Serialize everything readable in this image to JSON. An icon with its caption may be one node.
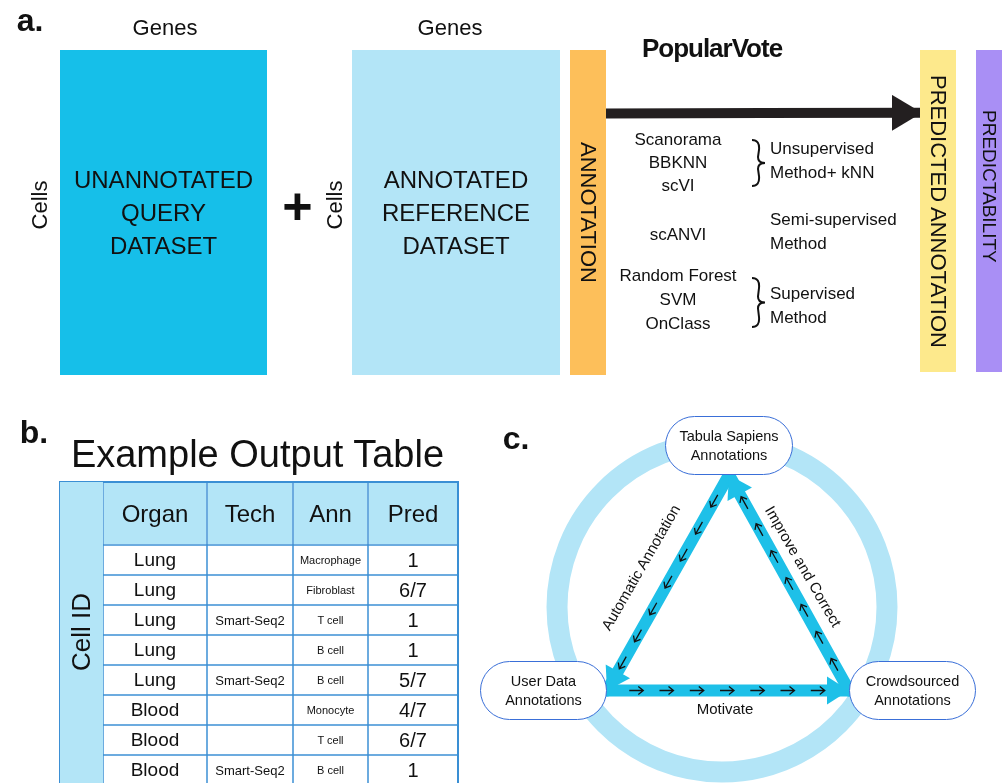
{
  "diagram": {
    "nodes": [
      {
        "text": [
          "UNANNOTATED QUERY DATASET"
        ],
        "beside": [
          "Genes",
          "Cells"
        ]
      },
      {
        "text": [
          "ANNOTATED REFERENCE DATASET"
        ],
        "beside": [
          "Genes",
          "Cells"
        ]
      },
      {
        "text": [
          "ANNOTATION"
        ]
      },
      {
        "text": [
          "PREDICTED ANNOTATION"
        ]
      },
      {
        "text": [
          "PREDICTABILITY"
        ]
      },
      {
        "text": [
          "Tabula Sapiens Annotations"
        ]
      },
      {
        "text": [
          "User Data Annotations"
        ]
      },
      {
        "text": [
          "Crowdsourced Annotations"
        ]
      }
    ],
    "edges": [
      {
        "from": 2,
        "to": 3,
        "arrow": "to",
        "label": "PopularVote",
        "color": "#231f20"
      },
      {
        "from": 5,
        "to": 6,
        "arrow": "to",
        "label": "Automatic Annotation"
      },
      {
        "from": 6,
        "to": 7,
        "arrow": "to",
        "label": "Motivate"
      },
      {
        "from": 7,
        "to": 5,
        "arrow": "to",
        "label": "Improve and Correct"
      }
    ],
    "labels": [
      "a.",
      "+",
      "Scanorama",
      "BBKNN",
      "scVI",
      "Unsupervised Method+ kNN",
      "scANVI",
      "Semi-supervised Method",
      "Random Forest",
      "SVM",
      "OnClass",
      "Supervised Method",
      "b.",
      "Example Output Table",
      "Cell ID",
      "Organ",
      "Tech",
      "Ann",
      "Pred",
      "Lung",
      "Macrophage",
      "1",
      "Lung",
      "Fibroblast",
      "6/7",
      "Lung",
      "Smart-Seq2",
      "T cell",
      "1",
      "Lung",
      "B cell",
      "1",
      "Lung",
      "Smart-Seq2",
      "B cell",
      "5/7",
      "Blood",
      "Monocyte",
      "4/7",
      "Blood",
      "T cell",
      "6/7",
      "Blood",
      "Smart-Seq2",
      "B cell",
      "1",
      "c."
    ]
  }
}
